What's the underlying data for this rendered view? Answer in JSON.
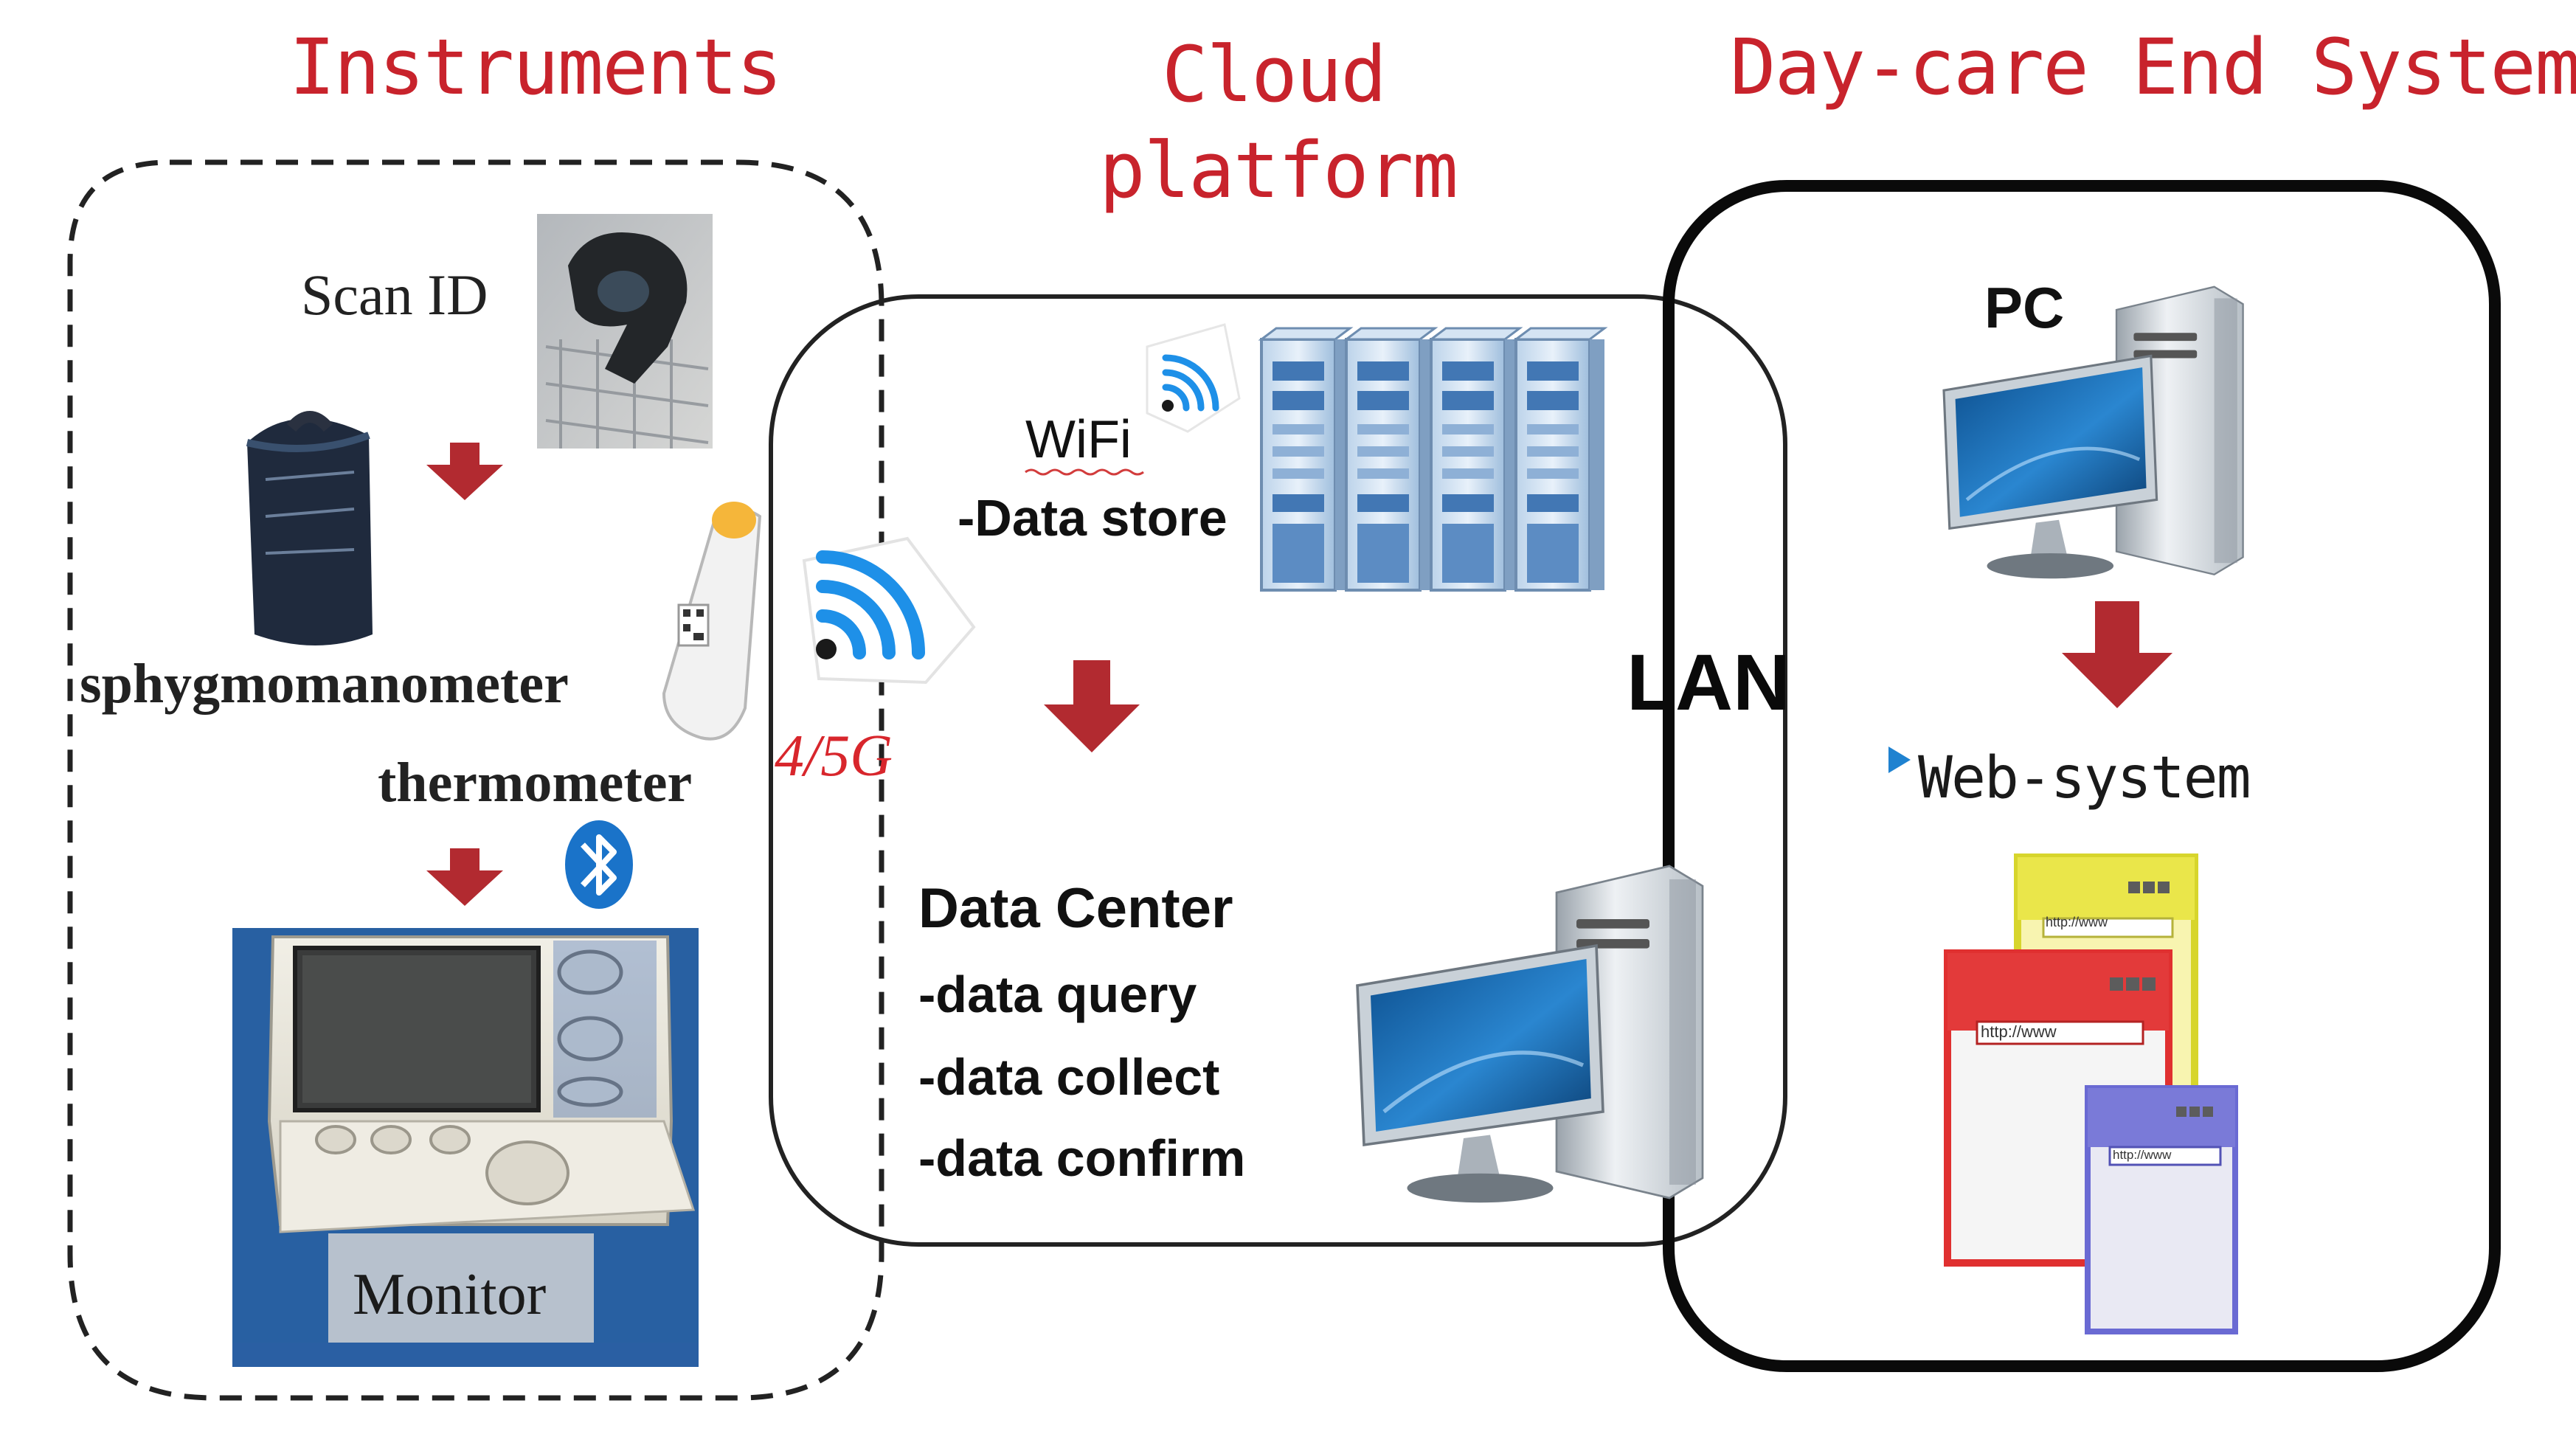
{
  "headers": {
    "instruments": "Instruments",
    "cloud_line1": "Cloud",
    "cloud_line2": "platform",
    "daycare": "Day-care End System"
  },
  "instruments": {
    "scan_id": "Scan ID",
    "sphygmomanometer": "sphygmomanometer",
    "thermometer": "thermometer",
    "monitor": "Monitor",
    "network": "4/5G"
  },
  "cloud": {
    "wifi": "WiFi",
    "data_store": "-Data store",
    "data_center_title": "Data Center",
    "data_center_items": [
      "-data query",
      "-data collect",
      "-data confirm"
    ]
  },
  "links": {
    "lan": "LAN"
  },
  "daycare": {
    "pc": "PC",
    "web_system": "Web-system",
    "browser_url": "http://www"
  },
  "colors": {
    "header_red": "#c8232c",
    "arrow_red": "#b22a30",
    "lan_blue": "#2f8fd6",
    "wifi_blue": "#1e90e8",
    "bluetooth_blue": "#1a73c9"
  },
  "icons": [
    "barcode-scanner-icon",
    "bp-cuff-icon",
    "ear-thermometer-icon",
    "wifi-icon",
    "bluetooth-icon",
    "server-rack-icon",
    "desktop-pc-icon",
    "browser-windows-icon",
    "monitor-device-icon"
  ]
}
